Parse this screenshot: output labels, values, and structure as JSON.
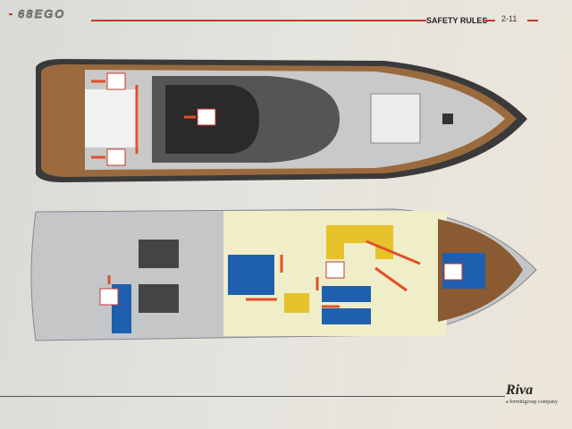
{
  "header": {
    "logo": "68EGO",
    "section": "SAFETY RULES",
    "page": "2-11"
  },
  "footer": {
    "brand": "Riva",
    "tagline": "a ferrettigroup company"
  },
  "colors": {
    "accent": "#c0392b",
    "exit_arrow": "#e0502a",
    "cabin_blue": "#1f5fb0",
    "yellow": "#e8c22a",
    "teak": "#8a5a32"
  }
}
